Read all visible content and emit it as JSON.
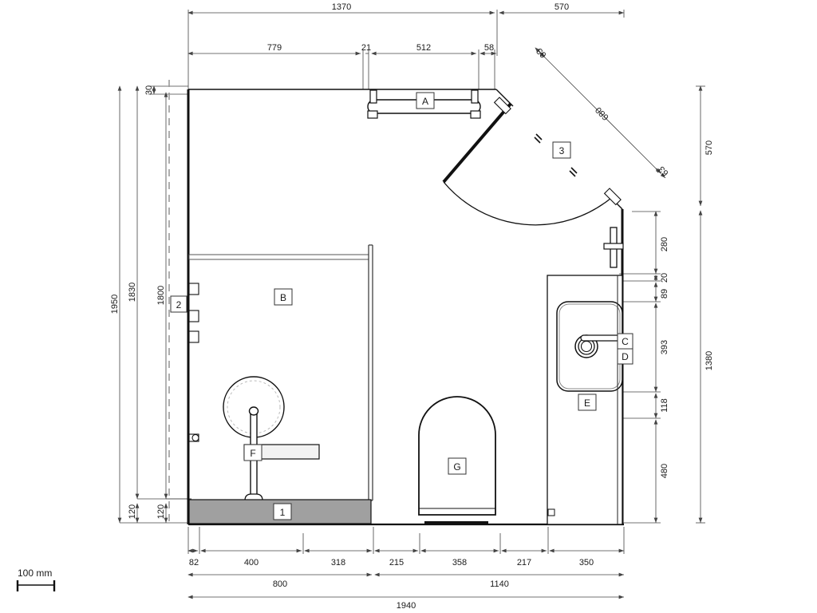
{
  "drawing": {
    "type": "architectural-floor-plan",
    "subject": "bathroom / washroom module plan view",
    "units": "mm",
    "scale_bar": {
      "label": "100 mm",
      "value": 100,
      "unit": "mm"
    }
  },
  "dimensions": {
    "top_outer": [
      {
        "label": "1370",
        "value": 1370
      },
      {
        "label": "570",
        "value": 570
      }
    ],
    "top_inner": [
      {
        "label": "779",
        "value": 779
      },
      {
        "label": "21",
        "value": 21
      },
      {
        "label": "512",
        "value": 512
      },
      {
        "label": "58",
        "value": 58
      }
    ],
    "left_outer": [
      {
        "label": "1950",
        "value": 1950
      },
      {
        "label": "1830",
        "value": 1830
      },
      {
        "label": "1800",
        "value": 1800
      }
    ],
    "left_small": [
      {
        "label": "30",
        "value": 30
      },
      {
        "label": "120",
        "value": 120
      },
      {
        "label": "120",
        "value": 120
      }
    ],
    "right_inner": [
      {
        "label": "280",
        "value": 280
      },
      {
        "label": "20",
        "value": 20
      },
      {
        "label": "89",
        "value": 89
      },
      {
        "label": "393",
        "value": 393
      },
      {
        "label": "118",
        "value": 118
      },
      {
        "label": "480",
        "value": 480
      }
    ],
    "right_outer": [
      {
        "label": "570",
        "value": 570
      },
      {
        "label": "1380",
        "value": 1380
      }
    ],
    "bottom_inner": [
      {
        "label": "82",
        "value": 82
      },
      {
        "label": "400",
        "value": 400
      },
      {
        "label": "318",
        "value": 318
      },
      {
        "label": "215",
        "value": 215
      },
      {
        "label": "358",
        "value": 358
      },
      {
        "label": "217",
        "value": 217
      },
      {
        "label": "350",
        "value": 350
      }
    ],
    "bottom_mid": [
      {
        "label": "800",
        "value": 800
      },
      {
        "label": "1140",
        "value": 1140
      }
    ],
    "bottom_outer": [
      {
        "label": "1940",
        "value": 1940
      }
    ],
    "diagonal": {
      "label": "680",
      "value": 680,
      "end_start_label": "63",
      "end_finish_label": "63"
    }
  },
  "tags": {
    "letters": [
      {
        "id": "A",
        "label": "A",
        "meaning": "grab-rail / handrail at top wall"
      },
      {
        "id": "B",
        "label": "B",
        "meaning": "shower partition panel"
      },
      {
        "id": "C",
        "label": "C",
        "meaning": "faucet spout"
      },
      {
        "id": "D",
        "label": "D",
        "meaning": "faucet mixer control"
      },
      {
        "id": "E",
        "label": "E",
        "meaning": "washbasin / sink counter"
      },
      {
        "id": "F",
        "label": "F",
        "meaning": "shower column with handle bar"
      },
      {
        "id": "G",
        "label": "G",
        "meaning": "toilet / WC pan"
      }
    ],
    "numbers": [
      {
        "id": "1",
        "label": "1",
        "meaning": "shower tray / floor pan (shaded)"
      },
      {
        "id": "2",
        "label": "2",
        "meaning": "hinged door leaf on left wall"
      },
      {
        "id": "3",
        "label": "3",
        "meaning": "corner entrance door leaf, shown open"
      }
    ]
  },
  "colors": {
    "line": "#111111",
    "thin_line": "#2b2b2b",
    "dim_line": "#444444",
    "shaded_floor": "#a0a0a0",
    "fixture_fill": "#ffffff",
    "background": "#ffffff"
  }
}
